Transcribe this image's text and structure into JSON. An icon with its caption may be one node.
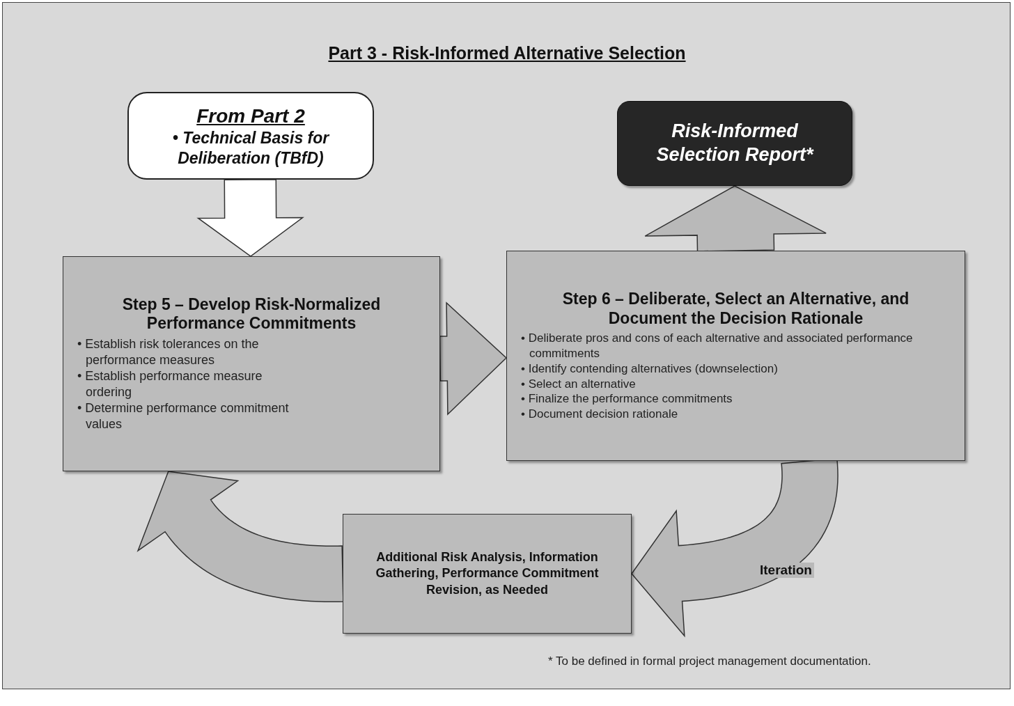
{
  "diagram": {
    "title": "Part 3 - Risk-Informed Alternative Selection",
    "nodes": [
      {
        "text": [
          "From Part 2",
          "• Technical Basis for Deliberation (TBfD)"
        ]
      },
      {
        "text": [
          "Step 5 – Develop Risk-Normalized Performance Commitments",
          "• Establish risk tolerances on the performance measures",
          "• Establish performance measure ordering",
          "• Determine performance commitment values"
        ]
      },
      {
        "text": [
          "Risk-Informed Selection Report*"
        ]
      },
      {
        "text": [
          "Step 6 – Deliberate, Select an Alternative, and Document the Decision Rationale",
          "• Deliberate pros and cons of each alternative and associated performance commitments",
          "• Identify contending alternatives (downselection)",
          "• Select an alternative",
          "• Finalize the performance commitments",
          "• Document decision rationale"
        ]
      },
      {
        "text": [
          "Additional Risk Analysis, Information Gathering, Performance Commitment Revision, as Needed"
        ]
      }
    ],
    "edges": [
      {
        "from": 0,
        "to": 1,
        "arrow": "to",
        "color": "#ffffff"
      },
      {
        "from": 1,
        "to": 3,
        "arrow": "to"
      },
      {
        "from": 3,
        "to": 2,
        "arrow": "to"
      },
      {
        "from": 3,
        "to": 4,
        "arrow": "to",
        "label": "Iteration"
      },
      {
        "from": 4,
        "to": 1,
        "arrow": "to"
      }
    ],
    "labels": [
      "* To be defined in formal project management documentation."
    ]
  }
}
